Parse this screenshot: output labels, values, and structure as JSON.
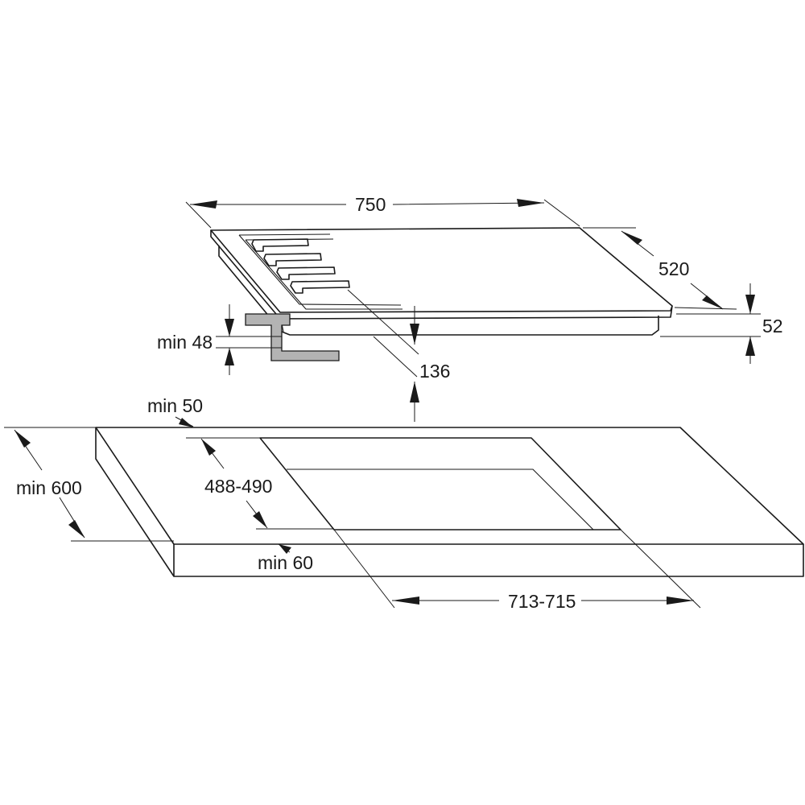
{
  "dimensions": {
    "width": "750",
    "depth": "520",
    "height": "52",
    "gap": "136",
    "min_clearance_below": "min 48",
    "min_rear_distance": "min 50",
    "min_counter_depth": "min 600",
    "cutout_depth": "488-490",
    "min_front_distance": "min 60",
    "cutout_width": "713-715"
  },
  "colors": {
    "line": "#1a1a1a",
    "bracket_fill": "#b3b3b3",
    "background": "#ffffff"
  }
}
